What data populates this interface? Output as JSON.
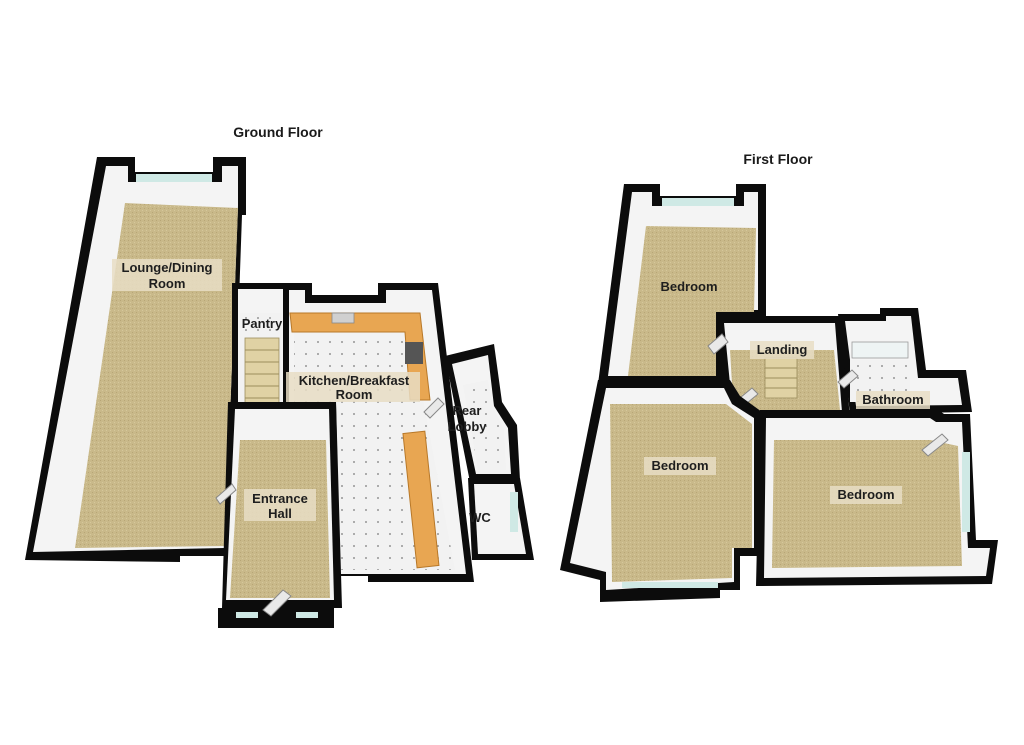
{
  "floors": {
    "ground": {
      "title": "Ground Floor",
      "rooms": {
        "lounge": [
          "Lounge/Dining",
          "Room"
        ],
        "pantry": [
          "Pantry"
        ],
        "kitchen": [
          "Kitchen/Breakfast",
          "Room"
        ],
        "rear_lobby": [
          "Rear",
          "Lobby"
        ],
        "entrance_hall": [
          "Entrance",
          "Hall"
        ],
        "wc": [
          "WC"
        ]
      }
    },
    "first": {
      "title": "First Floor",
      "rooms": {
        "bedroom_1": [
          "Bedroom"
        ],
        "landing": [
          "Landing"
        ],
        "bathroom": [
          "Bathroom"
        ],
        "bedroom_2": [
          "Bedroom"
        ],
        "bedroom_3": [
          "Bedroom"
        ]
      }
    }
  },
  "colors": {
    "carpet": "#c9b98a",
    "carpet_dark": "#b8a676",
    "tile": "#f2f2f2",
    "wall": "#0c0c0c",
    "worktop": "#e8a652",
    "window": "#cfe9e5"
  }
}
